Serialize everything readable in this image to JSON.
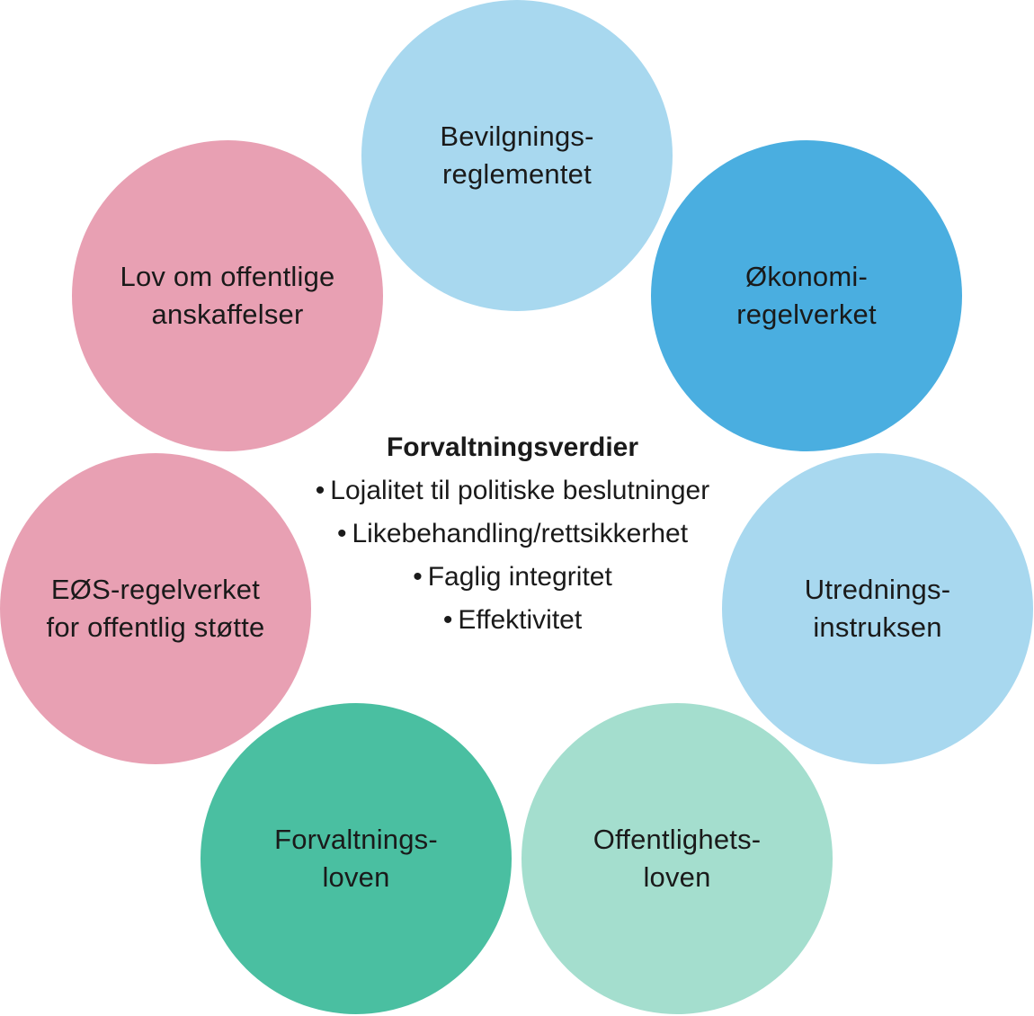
{
  "circles": {
    "bevilgning": {
      "line1": "Bevilgnings-",
      "line2": "reglementet"
    },
    "okonomi": {
      "line1": "Økonomi-",
      "line2": "regelverket"
    },
    "utredning": {
      "line1": "Utrednings-",
      "line2": "instruksen"
    },
    "offentlig": {
      "line1": "Offentlighets-",
      "line2": "loven"
    },
    "forvaltning": {
      "line1": "Forvaltnings-",
      "line2": "loven"
    },
    "eos": {
      "line1": "EØS-regelverket",
      "line2": "for offentlig støtte"
    },
    "lov": {
      "line1": "Lov om offentlige",
      "line2": "anskaffelser"
    }
  },
  "center": {
    "title": "Forvaltningsverdier",
    "bullet": "•",
    "items": [
      "Lojalitet til politiske beslutninger",
      "Likebehandling/rettsikkerhet",
      "Faglig integritet",
      "Effektivitet"
    ]
  },
  "colors": {
    "light_blue": "#a8d8ef",
    "blue": "#4aaee0",
    "light_green": "#a4dece",
    "green": "#4abfa1",
    "pink": "#e8a0b3"
  }
}
